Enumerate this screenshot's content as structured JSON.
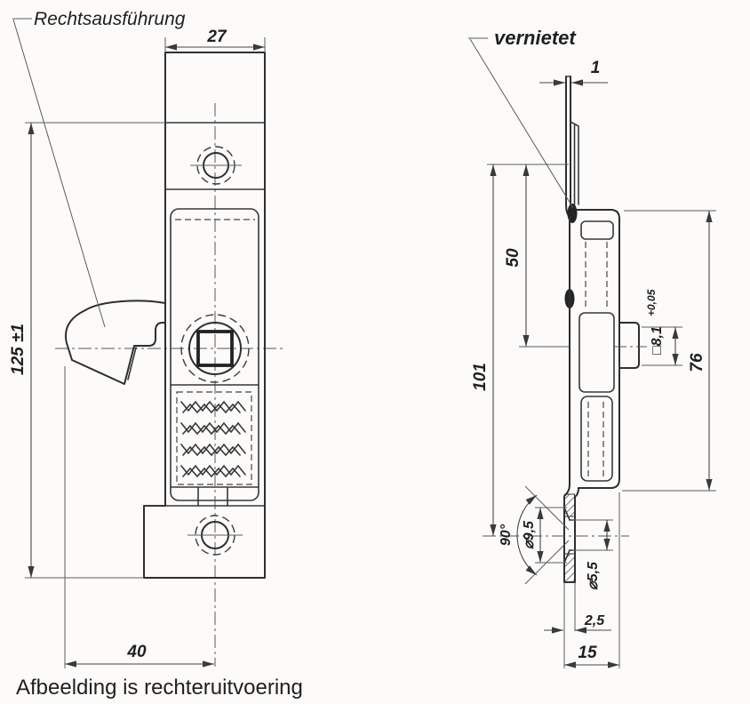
{
  "labels": {
    "variant": "Rechtsausführung",
    "riveted": "vernietet",
    "note": "Afbeelding is rechteruitvoering"
  },
  "front_view": {
    "dims": {
      "width_top": "27",
      "height": "125 ±1",
      "hook_to_center": "40"
    }
  },
  "side_view": {
    "dims": {
      "tongue_thickness": "1",
      "top_to_square": "50",
      "top_to_hole": "101",
      "case_height": "76",
      "square_size": "□8,1",
      "square_tol": "+0,05",
      "countersink_angle": "90°",
      "countersink_dia": "⌀9,5",
      "hole_dia": "⌀5,5",
      "plate_thickness": "2,5",
      "depth": "15"
    }
  },
  "colors": {
    "note": "#e00000",
    "line": "#2e2e2e",
    "dim_line": "#474747",
    "background": "#fcfbfa"
  }
}
